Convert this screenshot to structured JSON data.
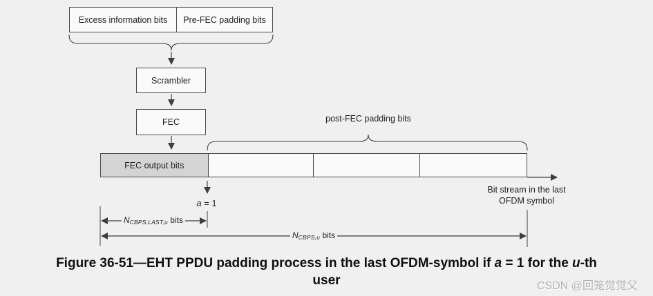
{
  "colors": {
    "background": "#f0f0f0",
    "box_fill": "#fafafa",
    "shaded_fill": "#d4d4d4",
    "stroke": "#4a4a4a",
    "line": "#3f3f3f",
    "label_text": "#1f1f1f",
    "caption_text": "#0f0f0f",
    "watermark_text": "#b3b3b3"
  },
  "flow": {
    "excess_bits_label": "Excess information bits",
    "prefec_bits_label": "Pre-FEC padding bits",
    "scrambler_label": "Scrambler",
    "fec_label": "FEC"
  },
  "bar": {
    "fec_output_label": "FEC output bits",
    "post_fec_label": "post-FEC padding bits",
    "bitstream_line1": "Bit stream in the last",
    "bitstream_line2": "OFDM symbol"
  },
  "annotations": {
    "a_variable": "a",
    "a_value": " = 1",
    "n_cbps_last": {
      "symbol": "N",
      "subscript": "CBPS,LAST,u",
      "unit": " bits"
    },
    "n_cbps": {
      "symbol": "N",
      "subscript": "CBPS,u",
      "unit": " bits"
    }
  },
  "caption": {
    "segment1": "Figure 36-51—EHT PPDU padding process in the last OFDM-symbol if ",
    "a_variable": "a",
    "segment2": " = 1 for the ",
    "u_variable": "u",
    "segment3": "-th",
    "line2": "user"
  },
  "watermark": "CSDN @回笼觉觉父"
}
